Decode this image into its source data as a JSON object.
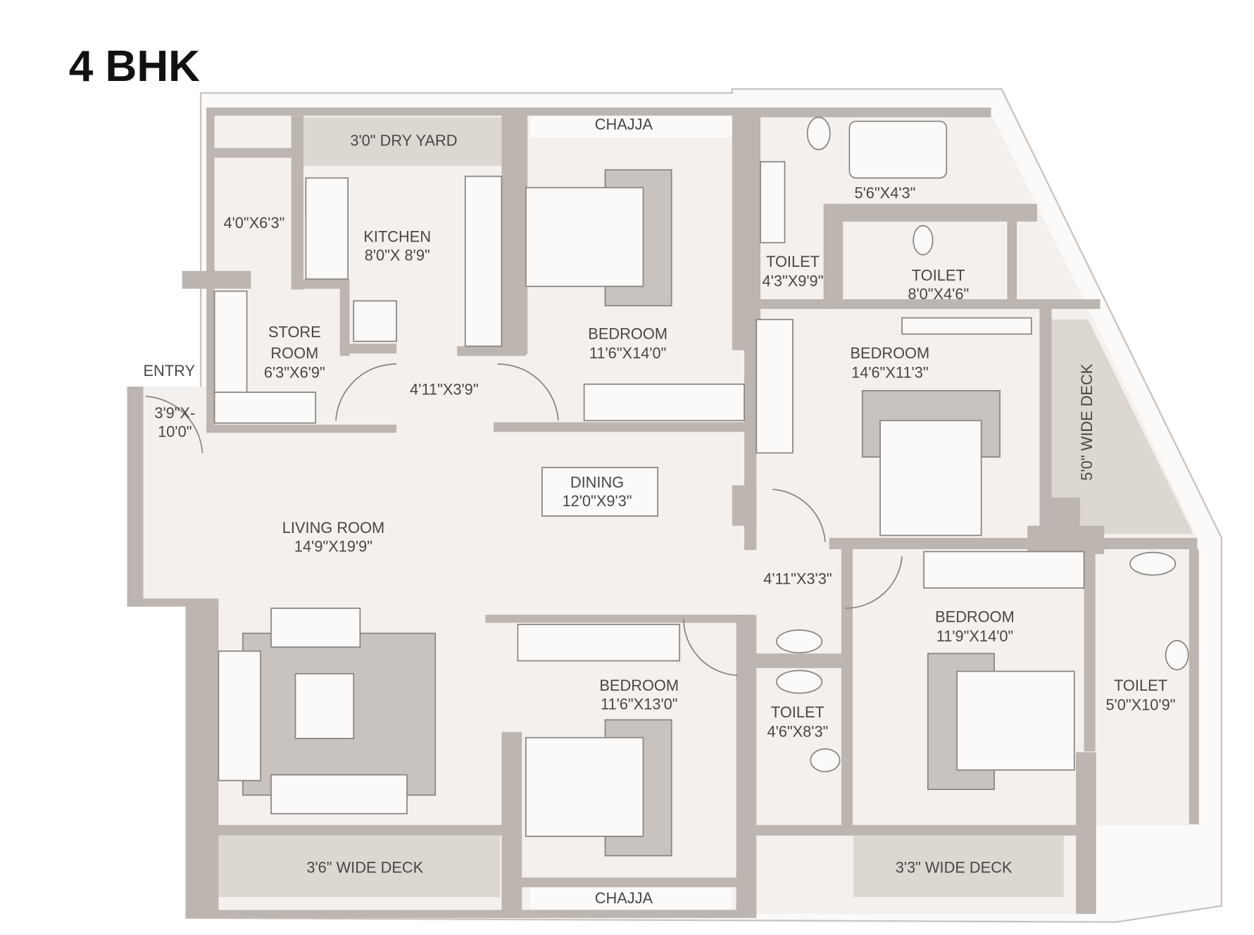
{
  "title": "4 BHK",
  "rooms": {
    "chajja_top": "CHAJJA",
    "dry_yard": "3'0\" DRY YARD",
    "utility_size": "4'0\"X6'3\"",
    "kitchen": {
      "name": "KITCHEN",
      "size": "8'0\"X 8'9\""
    },
    "store": {
      "name1": "STORE",
      "name2": "ROOM",
      "size": "6'3\"X6'9\""
    },
    "entry": {
      "name": "ENTRY",
      "size1": "3'9\"X-",
      "size2": "10'0\""
    },
    "passage1": "4'11\"X3'9\"",
    "bedroom1": {
      "name": "BEDROOM",
      "size": "11'6\"X14'0\""
    },
    "toilet1": {
      "name": "TOILET",
      "size": "4'3\"X9'9\""
    },
    "bath_size": "5'6\"X4'3\"",
    "toilet2": {
      "name": "TOILET",
      "size": "8'0\"X4'6\""
    },
    "bedroom2": {
      "name": "BEDROOM",
      "size": "14'6\"X11'3\""
    },
    "side_deck": "5'0\" WIDE DECK",
    "dining": {
      "name": "DINING",
      "size": "12'0\"X9'3\""
    },
    "living": {
      "name": "LIVING ROOM",
      "size": "14'9\"X19'9\""
    },
    "passage2": "4'11\"X3'3\"",
    "bedroom3": {
      "name": "BEDROOM",
      "size": "11'9\"X14'0\""
    },
    "bedroom4": {
      "name": "BEDROOM",
      "size": "11'6\"X13'0\""
    },
    "toilet3": {
      "name": "TOILET",
      "size": "4'6\"X8'3\""
    },
    "toilet4": {
      "name": "TOILET",
      "size": "5'0\"X10'9\""
    },
    "deck_left": "3'6\" WIDE DECK",
    "deck_right": "3'3\" WIDE DECK",
    "chajja_bottom": "CHAJJA"
  }
}
